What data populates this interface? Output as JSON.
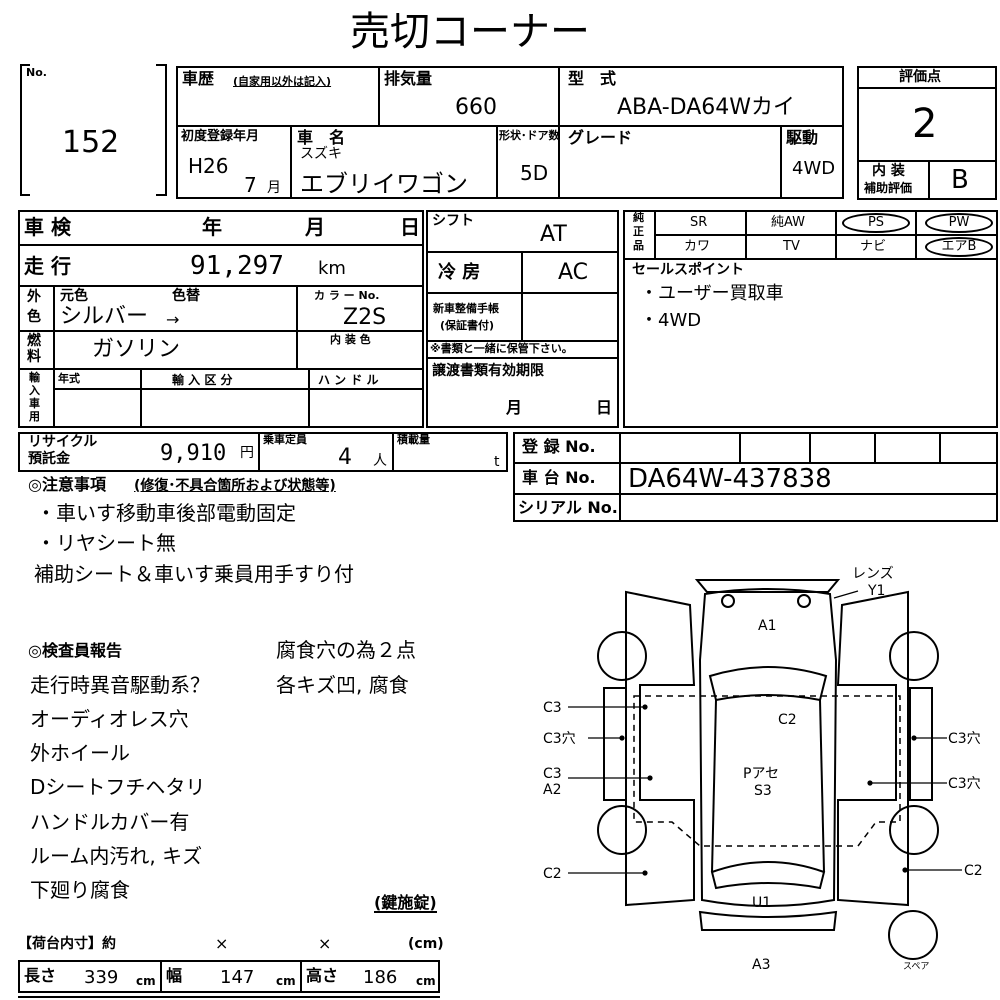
{
  "title": "売切コーナー",
  "lot": {
    "label": "No.",
    "number": "152"
  },
  "history": {
    "label": "車歴",
    "note": "(自家用以外は記入)"
  },
  "displacement": {
    "label": "排気量",
    "value": "660"
  },
  "model_type": {
    "label": "型　式",
    "value": "ABA-DA64Wカイ"
  },
  "rating": {
    "label": "評価点",
    "value": "2",
    "interior_label_1": "内 装",
    "interior_label_2": "補助評価",
    "interior_value": "B"
  },
  "first_reg": {
    "label": "初度登録年月",
    "era_year": "H26",
    "month": "7",
    "month_unit": "月"
  },
  "car_name": {
    "label": "車　名",
    "maker": "スズキ",
    "name": "エブリイワゴン"
  },
  "doors": {
    "label": "形状･ドア数",
    "value": "5D"
  },
  "grade": {
    "label": "グレード"
  },
  "drive": {
    "label": "駆動",
    "value": "4WD"
  },
  "inspection": {
    "label": "車 検",
    "year": "年",
    "month": "月",
    "day": "日"
  },
  "mileage": {
    "label": "走 行",
    "value": "91,297",
    "unit": "km"
  },
  "color": {
    "side1": "外",
    "side2": "色",
    "orig_label": "元色",
    "change_label": "色替",
    "orig_value": "シルバー",
    "arrow": "→",
    "code_label": "カ ラ ー No.",
    "code": "Z2S"
  },
  "fuel": {
    "side1": "燃",
    "side2": "料",
    "value": "ガソリン",
    "interior_color_label": "内 装 色"
  },
  "import": {
    "side": [
      "輸",
      "入",
      "車",
      "用"
    ],
    "year_label": "年式",
    "class_label": "輸 入 区 分",
    "handle_label": "ハ ン ド ル"
  },
  "shift": {
    "label": "シフト",
    "value": "AT"
  },
  "aircon": {
    "label": "冷 房",
    "value": "AC"
  },
  "warranty": {
    "label1": "新車整備手帳",
    "label2": "(保証書付)",
    "note": "※書類と一緒に保管下さい。"
  },
  "transfer": {
    "label": "譲渡書類有効期限",
    "month": "月",
    "day": "日"
  },
  "genuine": {
    "side": [
      "純",
      "正",
      "品"
    ],
    "row1": [
      "SR",
      "純AW",
      "PS",
      "PW"
    ],
    "row2": [
      "カワ",
      "TV",
      "ナビ",
      "エアB"
    ]
  },
  "sales_point": {
    "label": "セールスポイント",
    "items": [
      "・ユーザー買取車",
      "・4WD"
    ]
  },
  "recycle": {
    "label1": "リサイクル",
    "label2": "預託金",
    "value": "9,910",
    "unit": "円"
  },
  "capacity": {
    "label": "乗車定員",
    "value": "4",
    "unit": "人"
  },
  "load": {
    "label": "積載量",
    "unit": "t"
  },
  "registration": {
    "label": "登 録 No.",
    "chassis_label": "車 台 No.",
    "chassis": "DA64W-437838",
    "serial_label": "シリアル No."
  },
  "notes": {
    "header": "◎注意事項",
    "header_sub": "(修復･不具合箇所および状態等)",
    "lines": [
      "・車いす移動車後部電動固定",
      "・リヤシート無",
      "補助シート＆車いす乗員用手すり付"
    ]
  },
  "inspector": {
    "header": "◎検査員報告",
    "left": [
      "走行時異音駆動系？",
      "オーディオレス穴",
      "外ホイール",
      "Dシートフチヘタリ",
      "ハンドルカバー有",
      "ルーム内汚れ, キズ",
      "下廻り腐食"
    ],
    "right": [
      "腐食穴の為２点",
      "各キズ凹, 腐食"
    ],
    "key": "(鍵施錠)"
  },
  "cargo": {
    "header": "【荷台内寸】約",
    "x": "×",
    "unit": "(cm)",
    "length_label": "長さ",
    "length": "339",
    "width_label": "幅",
    "width": "147",
    "height_label": "高さ",
    "height": "186",
    "cm": "cm"
  },
  "diagram": {
    "lens": "レンズ",
    "y1": "Y1",
    "a1": "A1",
    "c2_top": "C2",
    "c3_l1": "C3",
    "c3h_l": "C3穴",
    "c3_l2": "C3",
    "a2_l": "A2",
    "pase": "Pアセ",
    "s3": "S3",
    "c3h_r1": "C3穴",
    "c3h_r2": "C3穴",
    "c2_l": "C2",
    "c2_r": "C2",
    "u1": "U1",
    "a3": "A3",
    "spare": "スペア"
  }
}
